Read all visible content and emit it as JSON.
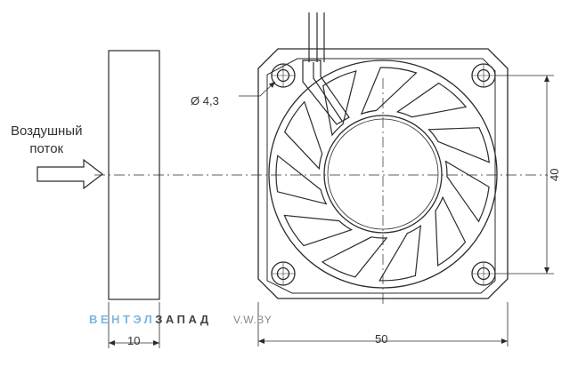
{
  "labels": {
    "airflow_line1": "Воздушный",
    "airflow_line2": "поток",
    "hole_diameter": "Ø 4,3",
    "thickness": "10",
    "width": "50",
    "hole_spacing": "40",
    "brand_part1": "ВЕНТЭЛ",
    "brand_part2": "ЗАПАД",
    "site": "V.W.BY"
  },
  "colors": {
    "line": "#2b2b2b",
    "brand_accent": "#7fb6df",
    "brand_dark": "#444444"
  }
}
